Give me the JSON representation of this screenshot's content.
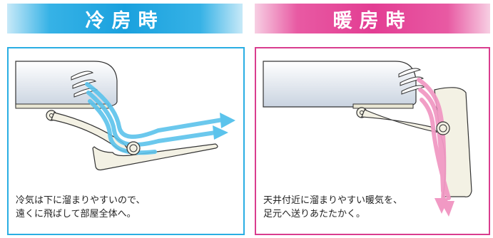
{
  "cooling": {
    "title": "冷房時",
    "caption_line1": "冷気は下に溜まりやすいので、",
    "caption_line2": "遠くに飛ばして部屋全体へ。",
    "color": "#2aaee3"
  },
  "heating": {
    "title": "暖房時",
    "caption_line1": "天井付近に溜まりやすい暖気を、",
    "caption_line2": "足元へ送りあたたかく。",
    "color": "#d93d8e"
  }
}
